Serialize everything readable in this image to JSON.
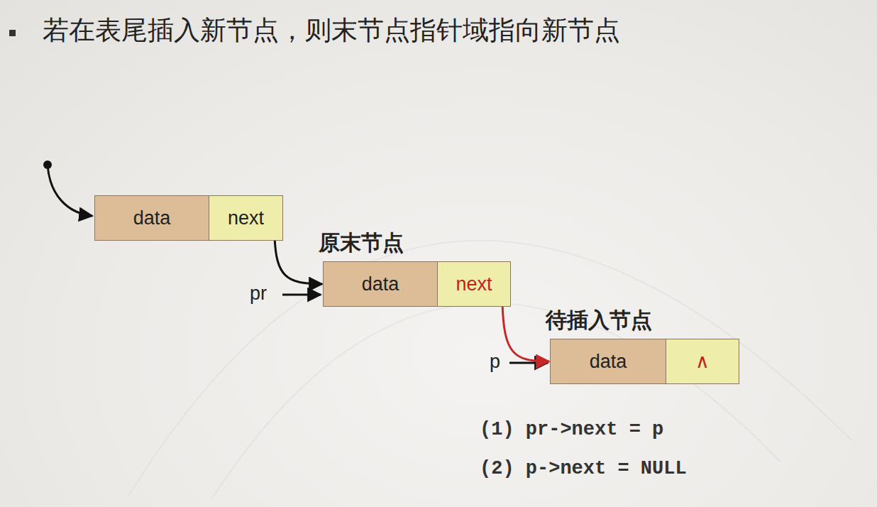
{
  "diagram": {
    "title": "若在表尾插入新节点，则末节点指针域指向新节点",
    "nodes": [
      {
        "text": [
          "data",
          "next"
        ]
      },
      {
        "text": [
          "原末节点",
          "data",
          "next"
        ]
      },
      {
        "text": [
          "待插入节点",
          "data",
          "∧"
        ]
      }
    ],
    "edges": [
      {
        "from": 0,
        "to": 1,
        "arrow": "to"
      },
      {
        "from": 1,
        "to": 2,
        "arrow": "to"
      }
    ],
    "labels": [
      "pr",
      "p",
      "(1) pr->next = p",
      "(2) p->next = NULL"
    ]
  }
}
